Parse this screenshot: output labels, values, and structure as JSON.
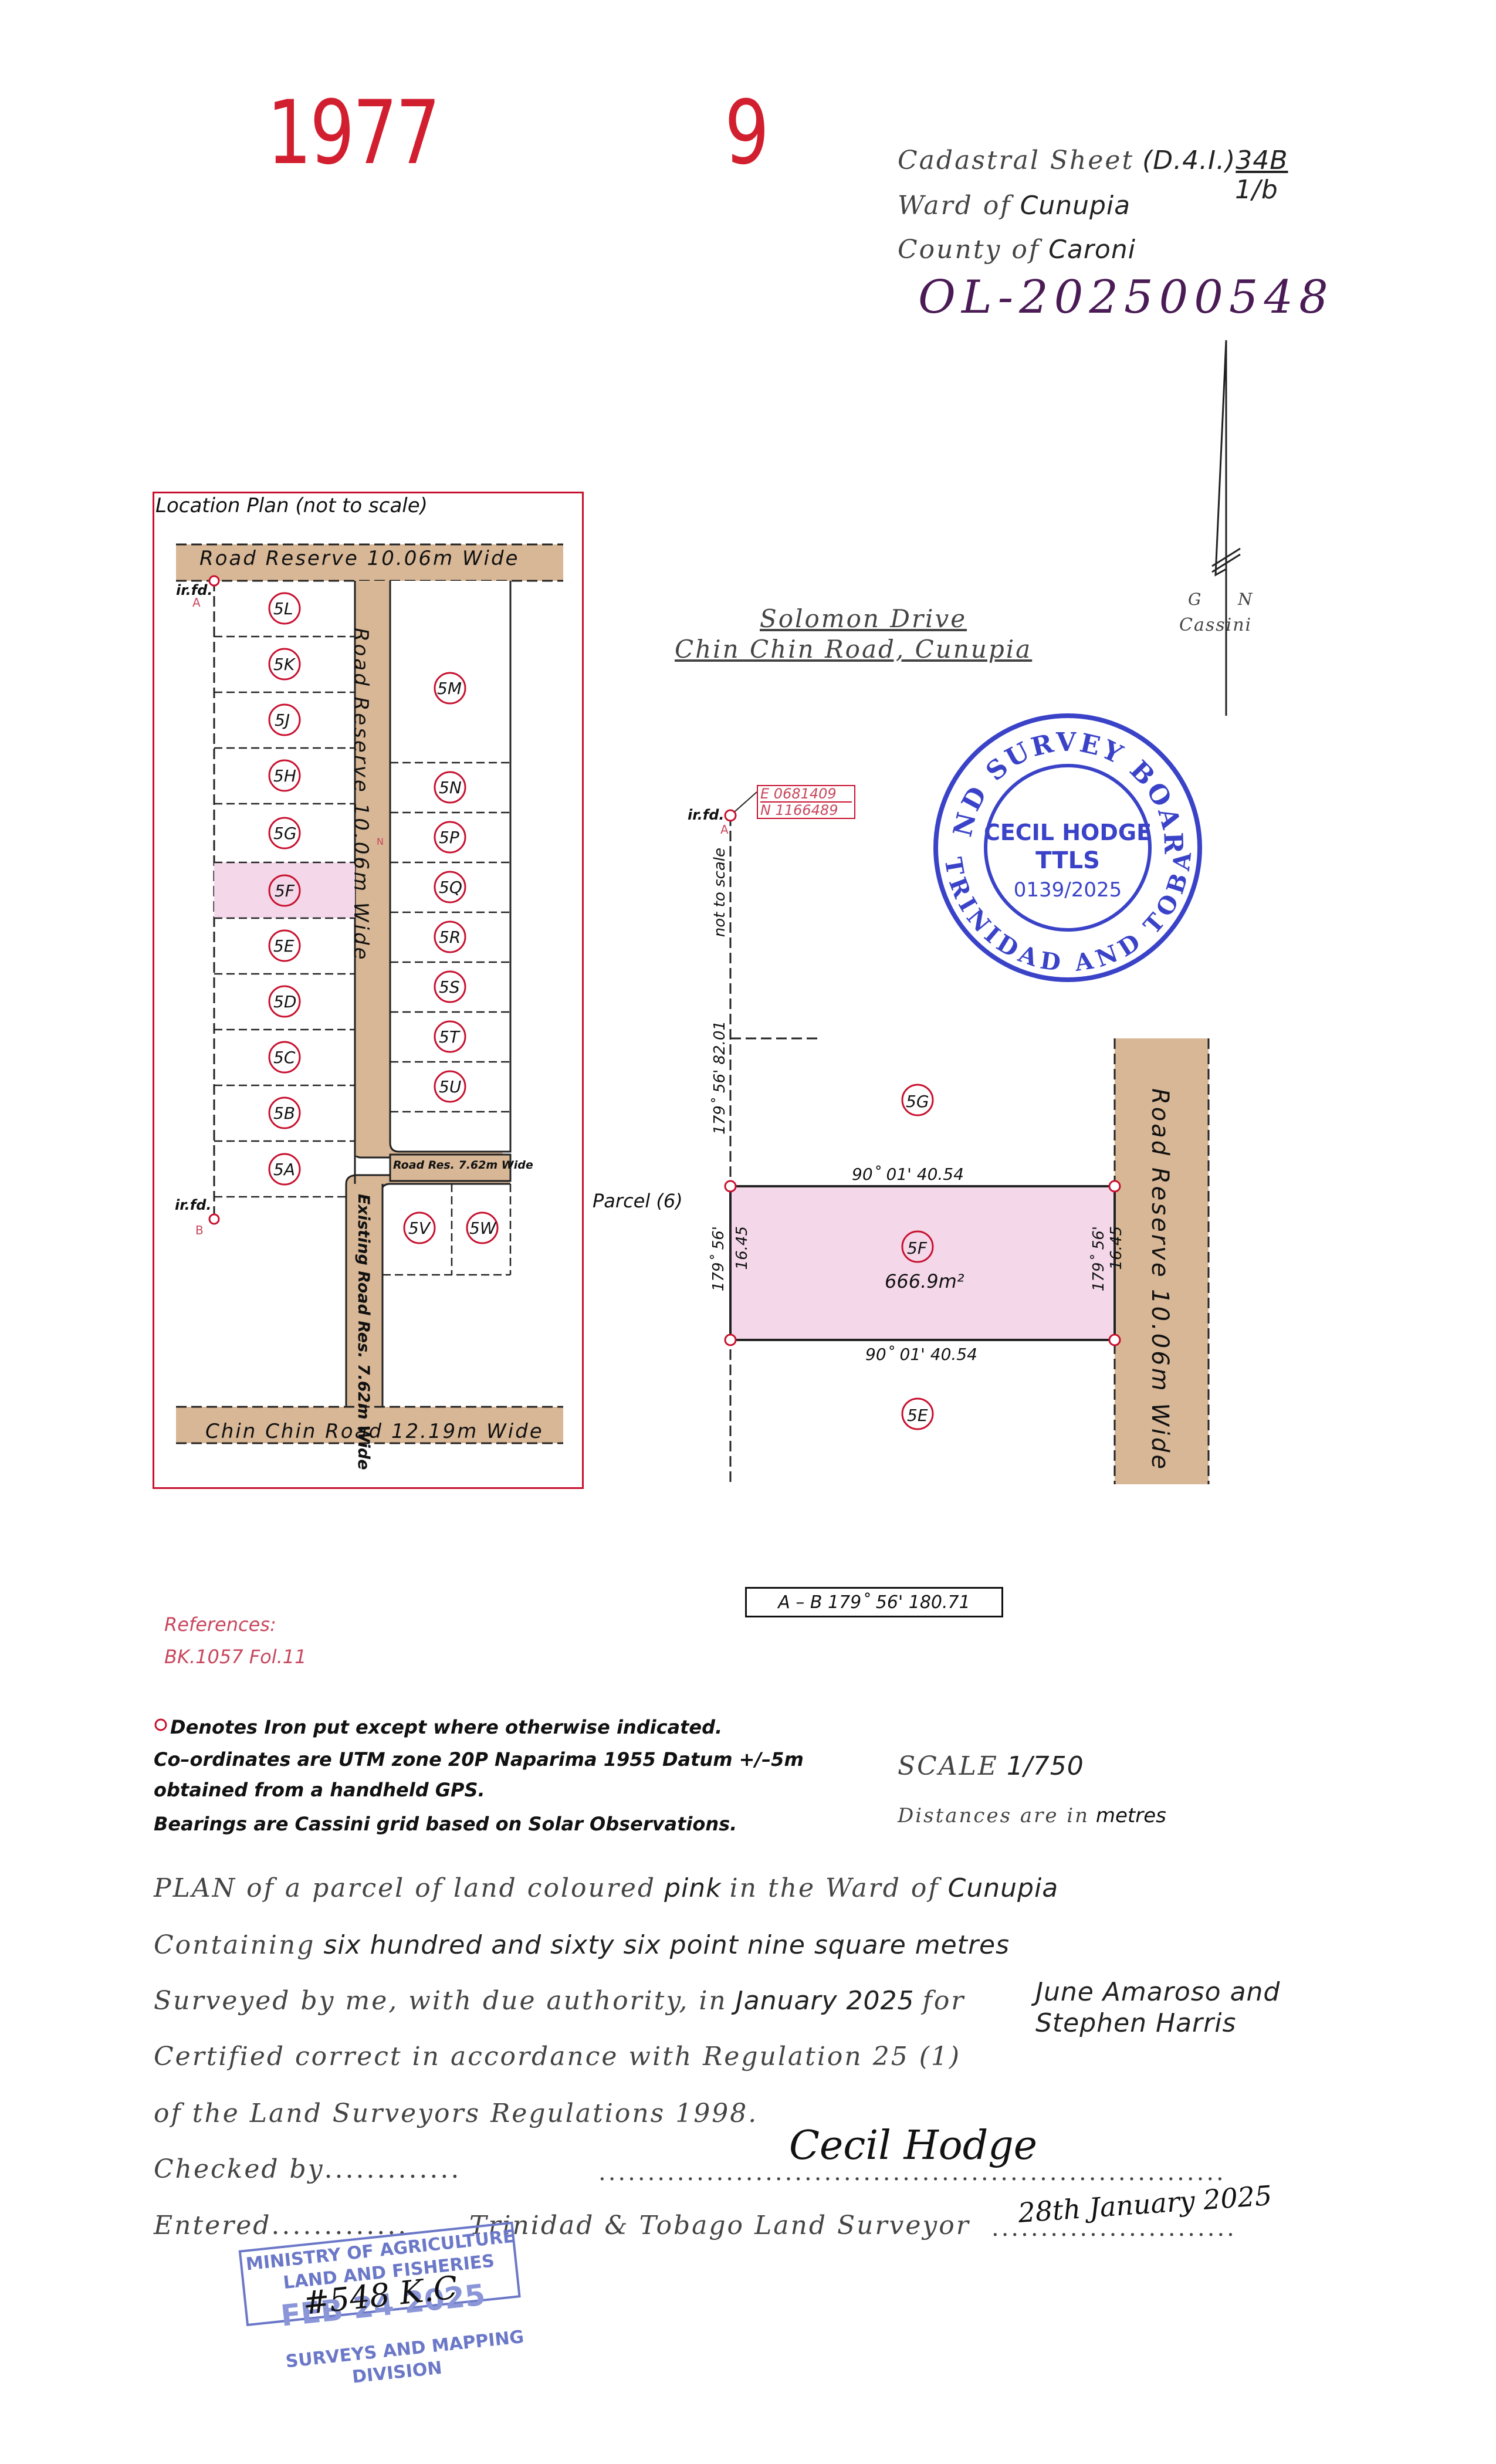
{
  "ref": {
    "year": "1977",
    "number": "9"
  },
  "header": {
    "cadastral_prefix": "Cadastral Sheet",
    "cadastral_value": "(D.4.I.)",
    "cadastral_sheet": "34B",
    "cadastral_sub": "1/b",
    "ward_prefix": "Ward of",
    "ward_value": "Cunupia",
    "county_prefix": "County of",
    "county_value": "Caroni",
    "handwritten_code": "OL-202500548"
  },
  "north": {
    "g": "G",
    "n": "N",
    "label": "Cassini"
  },
  "road_title": {
    "line1": "Solomon Drive",
    "line2": "Chin Chin Road, Cunupia"
  },
  "location_plan": {
    "title": "Location Plan (not to scale)",
    "top_road": "Road  Reserve  10.06m  Wide",
    "vertical_road": "Road  Reserve  10.06m  Wide",
    "bottom_road": "Chin  Chin  Road  12.19m  Wide",
    "small_road": "Road Res. 7.62m Wide",
    "existing_road": "Existing Road Res. 7.62m Wide",
    "irfd": "ir.fd.",
    "pt_a": "A",
    "pt_b": "B",
    "north_mark": "N",
    "left_lots": [
      "5L",
      "5K",
      "5J",
      "5H",
      "5G",
      "5F",
      "5E",
      "5D",
      "5C",
      "5B",
      "5A"
    ],
    "right_lots": [
      "5M",
      "5N",
      "5P",
      "5Q",
      "5R",
      "5S",
      "5T",
      "5U"
    ],
    "bottom_lots": [
      "5V",
      "5W"
    ]
  },
  "plan": {
    "irfd": "ir.fd.",
    "pt_a": "A",
    "coord_e": "E 0681409",
    "coord_n": "N 1166489",
    "not_to_scale": "not to scale",
    "left_bearing": "179˚ 56'  82.01",
    "left_bearing2": "179˚ 56'",
    "left_dist": "16.45",
    "right_bearing": "179˚ 56'",
    "right_dist": "16.45",
    "top_bearing": "90˚ 01' 40.54",
    "bottom_bearing": "90˚ 01' 40.54",
    "lot_above": "5G",
    "lot_main": "5F",
    "lot_below": "5E",
    "area": "666.9m²",
    "parcel_label": "Parcel (6)",
    "road_label": "Road  Reserve  10.06m  Wide"
  },
  "stamp": {
    "ring_top": "LAND SURVEY BOARD",
    "ring_bottom": "OF TRINIDAD AND TOBAGO",
    "name": "CECIL HODGE",
    "title": "TTLS",
    "number": "0139/2025"
  },
  "ab_line": "A  –  B    179˚ 56'    180.71",
  "references": {
    "label": "References:",
    "value": "BK.1057  Fol.11"
  },
  "notes": {
    "n1": "Denotes Iron put except where otherwise indicated.",
    "n2": "Co–ordinates are UTM zone 20P Naparima 1955 Datum +/–5m",
    "n3": "obtained from a handheld GPS.",
    "n4": "Bearings are Cassini grid based on Solar Observations."
  },
  "scale": {
    "label": "SCALE",
    "value": "1/750",
    "dist_prefix": "Distances are in",
    "dist_unit": "metres"
  },
  "plan_text": {
    "l1_a": "PLAN of a parcel of land coloured",
    "l1_b": "pink",
    "l1_c": "in the Ward of",
    "l1_d": "Cunupia",
    "l2_a": "Containing",
    "l2_b": "six hundred and sixty six point nine square metres",
    "l3_a": "Surveyed by me, with due authority, in",
    "l3_b": "January 2025",
    "l3_c": "for",
    "l3_d": "June Amaroso and",
    "l3_e": "Stephen Harris",
    "l4": "Certified correct in accordance with Regulation 25 (1)",
    "l5": "of the Land Surveyors Regulations 1998.",
    "checked": "Checked by",
    "signature": "Cecil Hodge",
    "entered": "Entered",
    "surveyor": "Trinidad & Tobago Land Surveyor",
    "date_sig": "28th January 2025"
  },
  "ministry_stamp": {
    "l1": "MINISTRY OF AGRICULTURE",
    "l2": "LAND AND FISHERIES",
    "l3": "FEB 24 2025",
    "l4": "SURVEYS AND MAPPING",
    "l5": "DIVISION",
    "hw": "#548 K.C"
  },
  "colors": {
    "road": "#d8b796",
    "pink_fill": "#f4d8ea",
    "red": "#c8102e",
    "stamp_blue": "#3a43c8"
  }
}
